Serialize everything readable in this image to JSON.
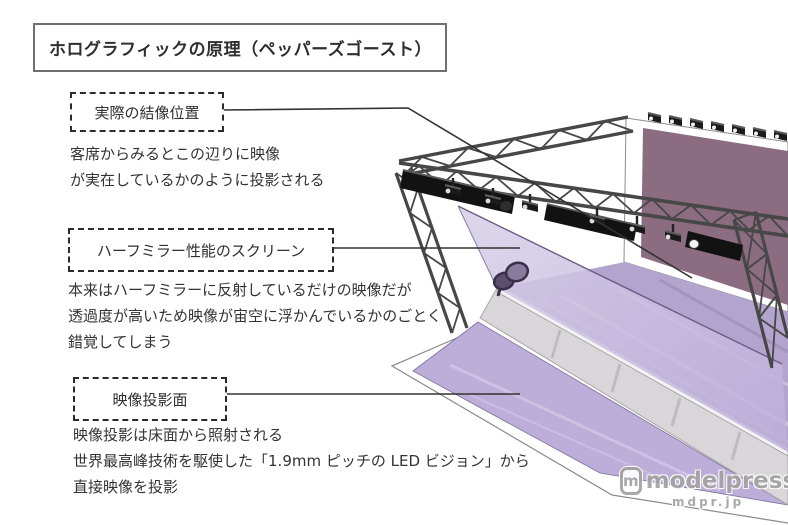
{
  "title": "ホログラフィックの原理（ペッパーズゴースト）",
  "annotations": [
    {
      "label": "実際の結像位置",
      "description": [
        "客席からみるとこの辺りに映像",
        "が実在しているかのように投影される"
      ]
    },
    {
      "label": "ハーフミラー性能のスクリーン",
      "description": [
        "本来はハーフミラーに反射しているだけの映像だが",
        "透過度が高いため映像が宙空に浮かんでいるかのごとく",
        "錯覚してしまう"
      ]
    },
    {
      "label": "映像投影面",
      "description": [
        "映像投影は床面から照射される",
        "世界最高峰技術を駆使した「1.9mm ピッチの LED ビジョン」から",
        "直接映像を投影"
      ]
    }
  ],
  "diagram_colors": {
    "back_screen": "#8b6c81",
    "half_mirror_screen": "#cdc3e2",
    "stage_floor": "#b2a4cd",
    "led_floor": "#bcaed9",
    "platform": "#d8d6d9",
    "truss": "#474747",
    "connector_line": "#333333"
  },
  "watermark": {
    "logo_letter": "m",
    "name": "modelpress",
    "url": "mdpr.jp"
  }
}
